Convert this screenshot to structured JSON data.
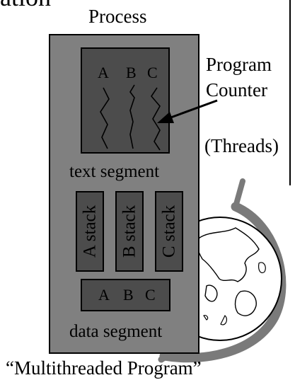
{
  "heading": "ation",
  "process": {
    "title": "Process",
    "text_segment": {
      "threads": [
        "A",
        "B",
        "C"
      ],
      "label": "text segment"
    },
    "stacks": [
      {
        "label": "A stack"
      },
      {
        "label": "B stack"
      },
      {
        "label": "C stack"
      }
    ],
    "data_segment": {
      "threads": [
        "A",
        "B",
        "C"
      ],
      "label": "data segment"
    }
  },
  "annotations": {
    "program": "Program",
    "counter": "Counter",
    "threads": "(Threads)"
  },
  "caption": "“Multithreaded Program”",
  "colors": {
    "process_fill": "#808080",
    "segment_fill": "#4c4c4c",
    "globe_arc": "#7a7a7a",
    "outline": "#000000"
  },
  "icons": {
    "globe": "globe-clipart-icon"
  }
}
